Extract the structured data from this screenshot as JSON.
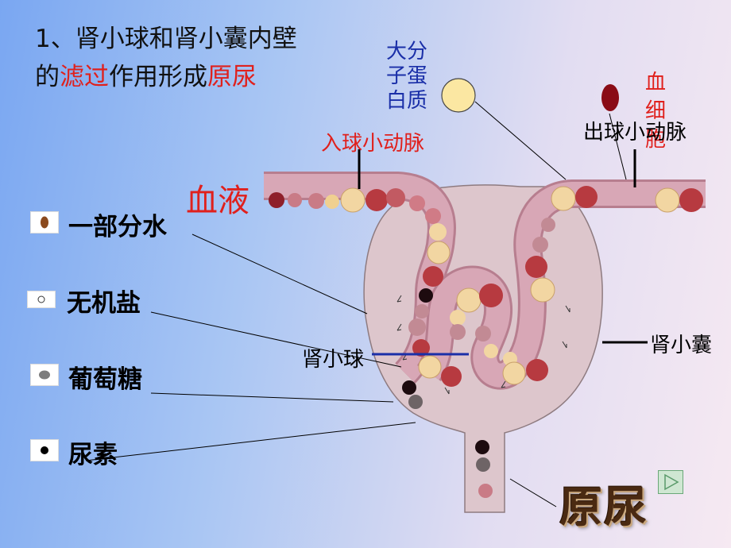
{
  "title": {
    "line1": "1、肾小球和肾小囊内壁",
    "line2_a": "的",
    "line2_b": "滤过",
    "line2_c": "作用形成",
    "line2_d": "原尿"
  },
  "labels": {
    "protein": [
      "大分",
      "子蛋",
      "白质"
    ],
    "blood_cell": [
      "血",
      "细",
      "胞"
    ],
    "afferent": "入球小动脉",
    "efferent": "出球小动脉",
    "blood": "血液",
    "glomerulus": "肾小球",
    "capsule": "肾小囊",
    "primary_urine": "原尿"
  },
  "legend": [
    "一部分水",
    "无机盐",
    "葡萄糖",
    "尿素"
  ],
  "colors": {
    "title_highlight": "#e0201c",
    "protein_label": "#1a2fa8",
    "vessel_fill": "#d8a7b6",
    "capsule_fill": "#ddc6cc"
  },
  "icons": [
    "protein-molecule-icon",
    "red-blood-cell-icon",
    "play-icon"
  ]
}
